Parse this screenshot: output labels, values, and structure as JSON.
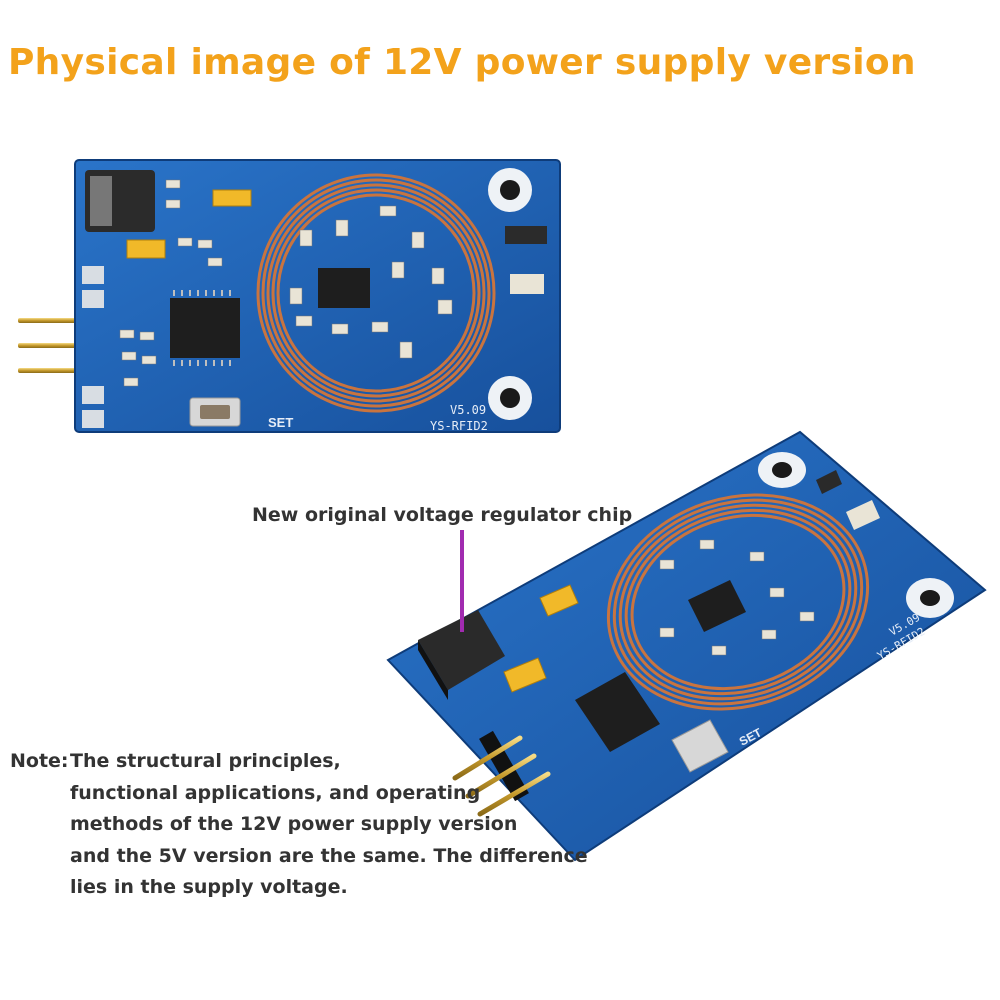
{
  "title": "Physical image of 12V power supply version",
  "callout": "New original voltage regulator chip",
  "note": {
    "prefix": "Note:",
    "lines": [
      "The structural principles,",
      "functional applications, and operating",
      "methods of the 12V power supply version",
      "and the 5V version are the same. The difference",
      "lies in the supply voltage."
    ]
  },
  "board_top": {
    "version": "V5.09",
    "model": "YS-RFID2",
    "button": "SET"
  },
  "board_bottom": {
    "version": "V5.09",
    "model": "YS-RFID2",
    "button": "SET"
  },
  "colors": {
    "title": "#f3a21b",
    "pcb": "#1f5fb3",
    "coil": "#c9743f",
    "leader": "#a12bb0",
    "text": "#333333"
  }
}
